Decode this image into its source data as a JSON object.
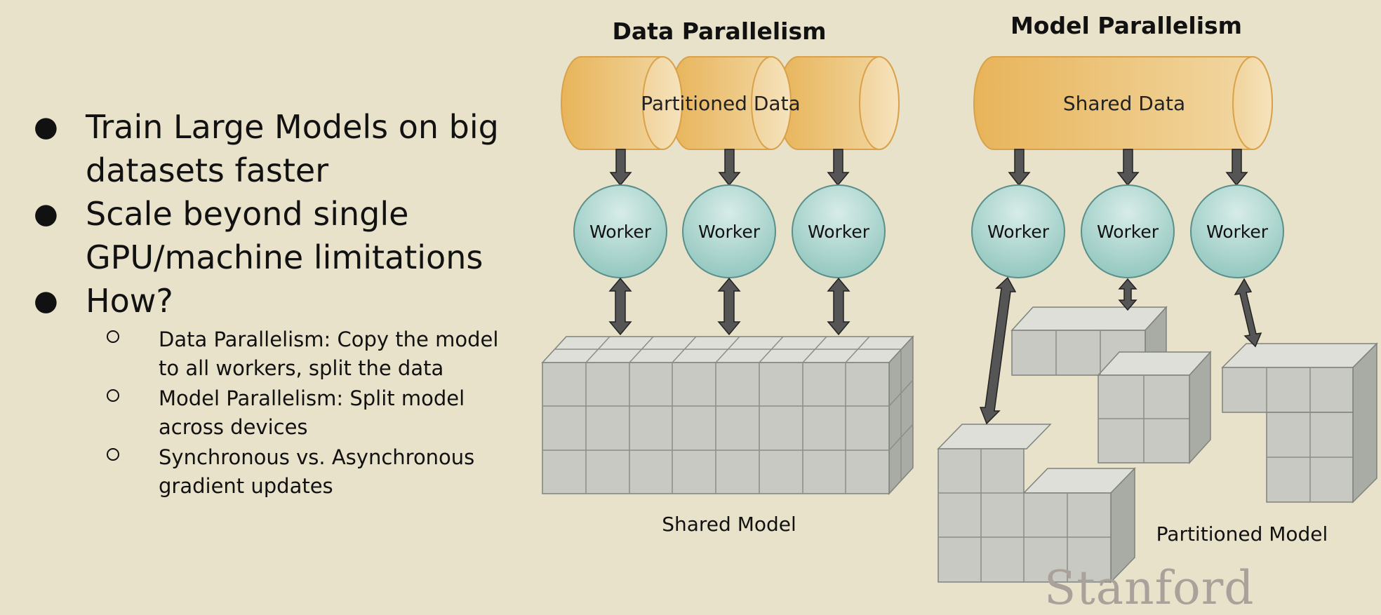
{
  "bullets": [
    {
      "text": "Train Large Models on big datasets faster",
      "lines": [
        "Train Large Models on big",
        "datasets faster"
      ]
    },
    {
      "text": "Scale beyond single GPU/machine limitations",
      "lines": [
        "Scale beyond single",
        "GPU/machine limitations"
      ]
    },
    {
      "text": "How?",
      "lines": [
        "How?"
      ]
    }
  ],
  "sub_bullets": [
    {
      "lines": [
        "Data Parallelism: Copy the model",
        "to all workers, split the data"
      ]
    },
    {
      "lines": [
        "Model Parallelism: Split model",
        "across devices"
      ]
    },
    {
      "lines": [
        "Synchronous vs. Asynchronous",
        "gradient updates"
      ]
    }
  ],
  "data_parallelism": {
    "title": "Data Parallelism",
    "data_label": "Partitioned Data",
    "workers": [
      "Worker",
      "Worker",
      "Worker"
    ],
    "model_label": "Shared Model"
  },
  "model_parallelism": {
    "title": "Model Parallelism",
    "data_label": "Shared Data",
    "workers": [
      "Worker",
      "Worker",
      "Worker"
    ],
    "model_label": "Partitioned Model"
  },
  "watermark": "Stanford",
  "colors": {
    "background": "#e9e2cb",
    "cylinder": "#eabc62",
    "worker": "#a7d3cd",
    "cube": "#c7c9c2",
    "arrow": "#4d4d4d"
  }
}
